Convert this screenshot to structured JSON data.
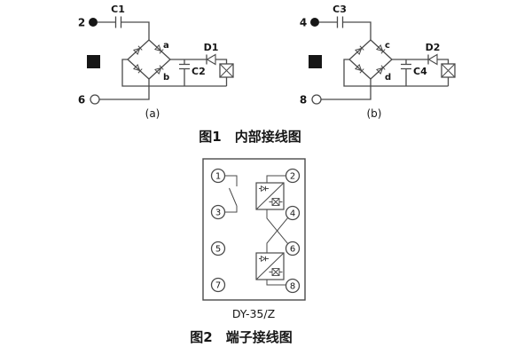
{
  "figure1": {
    "caption": "图1　内部接线图",
    "circuits": [
      {
        "sublabel": "(a)",
        "input_terminal": "2",
        "return_terminal": "6",
        "series_capacitor": "C1",
        "filter_capacitor": "C2",
        "diode": "D1",
        "bridge_label_top": "a",
        "bridge_label_bottom": "b"
      },
      {
        "sublabel": "(b)",
        "input_terminal": "4",
        "return_terminal": "8",
        "series_capacitor": "C3",
        "filter_capacitor": "C4",
        "diode": "D2",
        "bridge_label_top": "c",
        "bridge_label_bottom": "d"
      }
    ]
  },
  "figure2": {
    "caption": "图2　端子接线图",
    "model": "DY-35/Z",
    "left_terminals": [
      "1",
      "3",
      "5",
      "7"
    ],
    "right_terminals": [
      "2",
      "4",
      "6",
      "8"
    ]
  },
  "colors": {
    "line": "#4a4a4a",
    "text": "#161616",
    "background": "#ffffff"
  }
}
